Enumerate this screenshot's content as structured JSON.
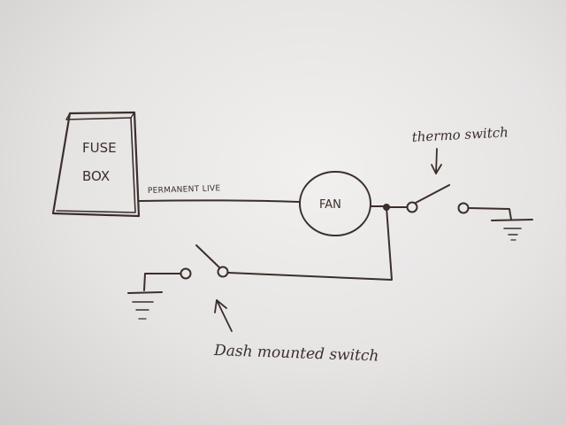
{
  "diagram": {
    "fuse_box": {
      "line1": "FUSE",
      "line2": "BOX"
    },
    "wire_label": "PERMANENT LIVE",
    "fan_label": "FAN",
    "thermo_switch_label": "thermo switch",
    "dash_switch_label": "Dash mounted switch"
  },
  "colors": {
    "paper": "#eeedec",
    "ink": "#3b2f2b"
  }
}
